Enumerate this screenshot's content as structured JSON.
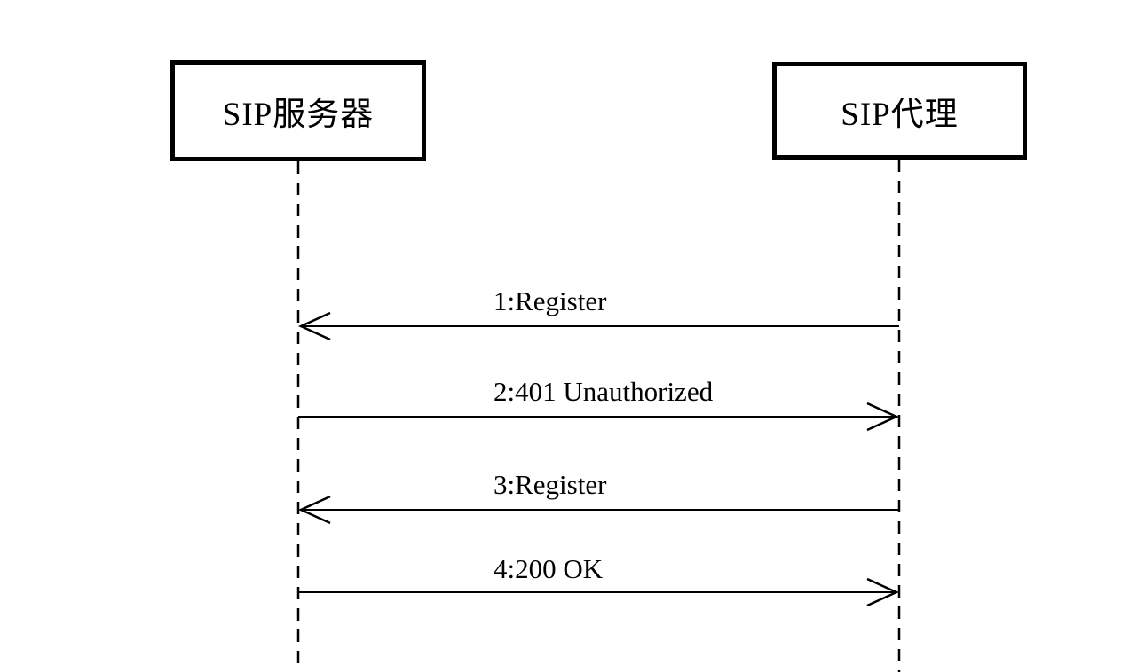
{
  "diagram": {
    "type": "sequence",
    "colors": {
      "line": "#000000",
      "background": "#ffffff",
      "text": "#000000"
    },
    "actors": [
      {
        "id": "sip-server",
        "label": "SIP服务器"
      },
      {
        "id": "sip-proxy",
        "label": "SIP代理"
      }
    ],
    "messages": [
      {
        "label": "1:Register",
        "from": "sip-proxy",
        "to": "sip-server",
        "direction": "right-to-left"
      },
      {
        "label": "2:401 Unauthorized",
        "from": "sip-server",
        "to": "sip-proxy",
        "direction": "left-to-right"
      },
      {
        "label": "3:Register",
        "from": "sip-proxy",
        "to": "sip-server",
        "direction": "right-to-left"
      },
      {
        "label": "4:200 OK",
        "from": "sip-server",
        "to": "sip-proxy",
        "direction": "left-to-right"
      }
    ]
  }
}
